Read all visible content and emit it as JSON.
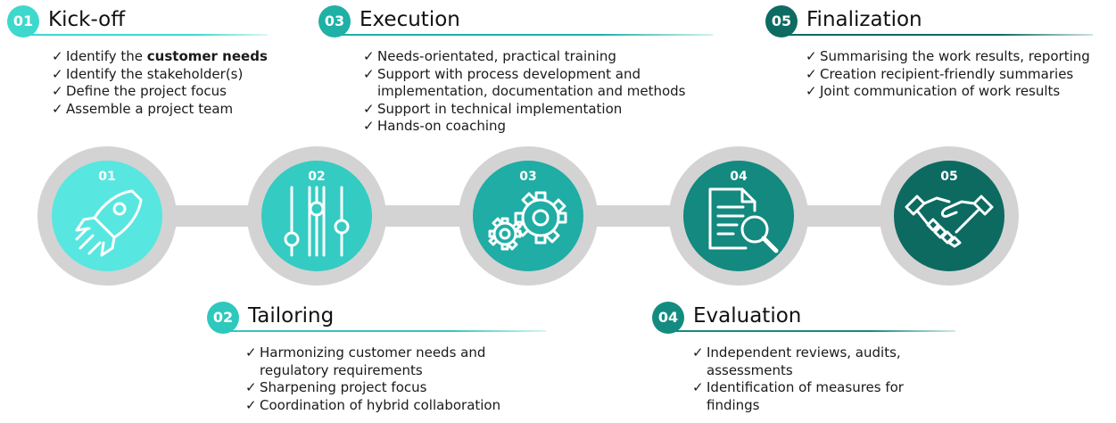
{
  "phases": [
    {
      "badge": "01",
      "title": "Kick-off",
      "color": "#3ed8cc",
      "items": [
        {
          "pre": "Identify the ",
          "bold": "customer needs",
          "post": ""
        },
        {
          "pre": "Identify the stakeholder(s)"
        },
        {
          "pre": "Define the project focus"
        },
        {
          "pre": "Assemble a project team"
        }
      ]
    },
    {
      "badge": "02",
      "title": "Tailoring",
      "color": "#2ec8bd",
      "items": [
        {
          "pre": "Harmonizing customer needs and regulatory requirements"
        },
        {
          "pre": "Sharpening project focus"
        },
        {
          "pre": "Coordination of hybrid collaboration"
        }
      ]
    },
    {
      "badge": "03",
      "title": "Execution",
      "color": "#1fb0a6",
      "items": [
        {
          "pre": "Needs-orientated, practical training"
        },
        {
          "pre": "Support with process development and implementation, documentation and methods"
        },
        {
          "pre": "Support in technical implementation"
        },
        {
          "pre": "Hands-on coaching"
        }
      ]
    },
    {
      "badge": "04",
      "title": "Evaluation",
      "color": "#148b80",
      "items": [
        {
          "pre": "Independent reviews, audits, assessments"
        },
        {
          "pre": "Identification of measures for findings"
        }
      ]
    },
    {
      "badge": "05",
      "title": "Finalization",
      "color": "#0d6b62",
      "items": [
        {
          "pre": "Summarising the work results, reporting"
        },
        {
          "pre": "Creation recipient-friendly summaries"
        },
        {
          "pre": "Joint communication of work results"
        }
      ]
    }
  ],
  "timeline": {
    "steps": [
      {
        "num": "01",
        "icon": "rocket-icon",
        "fill": "#58e6e0"
      },
      {
        "num": "02",
        "icon": "sliders-icon",
        "fill": "#34cbc2"
      },
      {
        "num": "03",
        "icon": "gears-icon",
        "fill": "#1fada5"
      },
      {
        "num": "04",
        "icon": "document-search-icon",
        "fill": "#13897f"
      },
      {
        "num": "05",
        "icon": "handshake-icon",
        "fill": "#0c6a61"
      }
    ],
    "ring_color": "#d3d3d3",
    "bar_color": "#d3d3d3"
  },
  "check_glyph": "✓"
}
